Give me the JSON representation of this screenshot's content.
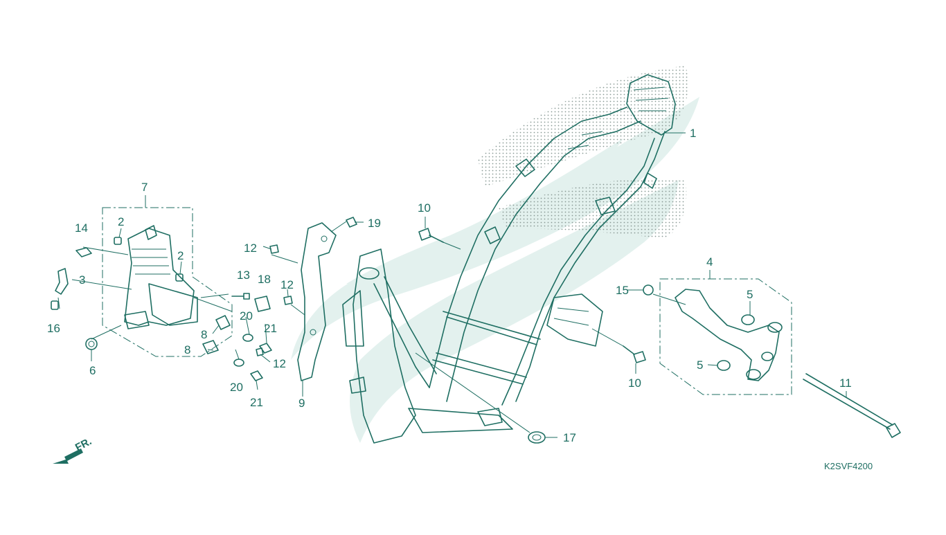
{
  "diagram": {
    "code": "K2SVF4200",
    "direction": "FR.",
    "colors": {
      "line": "#1e6e62",
      "watermark": "#e3f1ee",
      "dots": "#8a9a96"
    },
    "callouts": {
      "c1": "1",
      "c2a": "2",
      "c2b": "2",
      "c3": "3",
      "c4": "4",
      "c5a": "5",
      "c5b": "5",
      "c6": "6",
      "c7": "7",
      "c8a": "8",
      "c8b": "8",
      "c9": "9",
      "c10a": "10",
      "c10b": "10",
      "c11": "11",
      "c12a": "12",
      "c12b": "12",
      "c12c": "12",
      "c13": "13",
      "c14": "14",
      "c15": "15",
      "c16": "16",
      "c17": "17",
      "c18": "18",
      "c19": "19",
      "c20a": "20",
      "c20b": "20",
      "c21a": "21",
      "c21b": "21"
    }
  }
}
